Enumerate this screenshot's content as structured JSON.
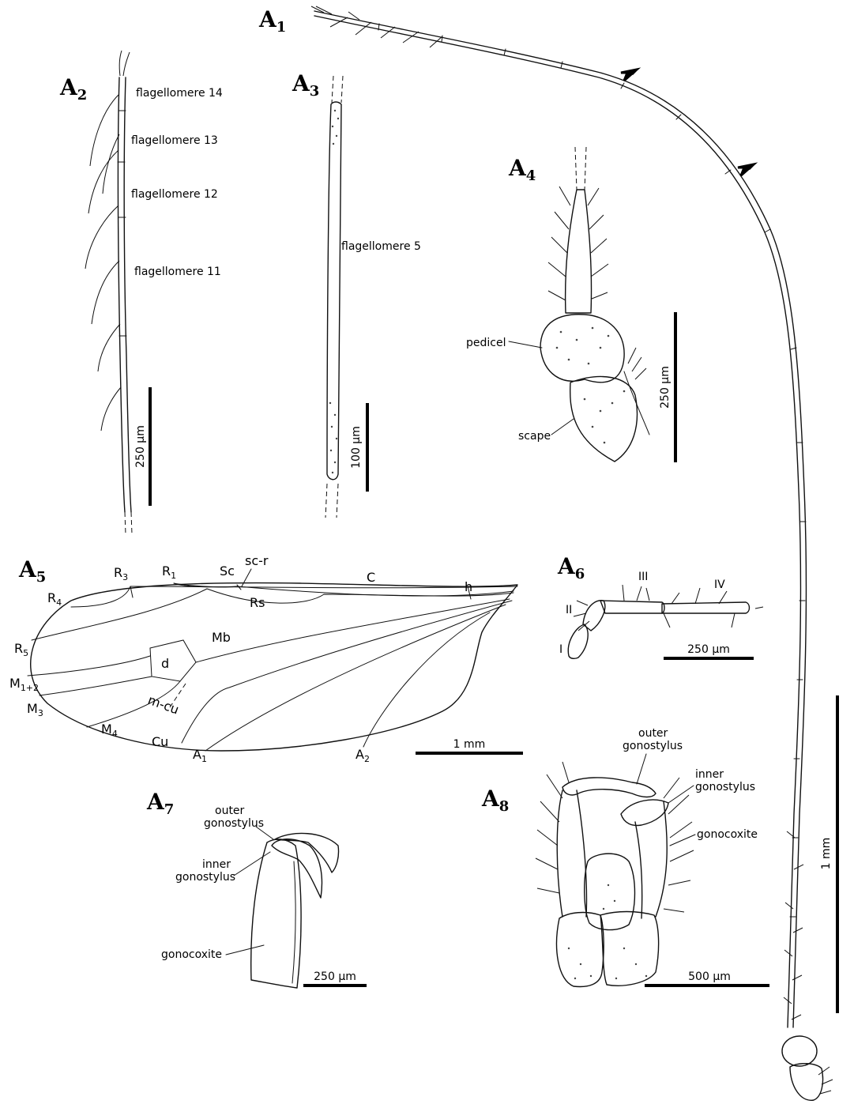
{
  "panels": {
    "A1": {
      "letter": "A",
      "sub": "1",
      "scale_label": "1 mm"
    },
    "A2": {
      "letter": "A",
      "sub": "2",
      "scale_label": "250 µm",
      "labels": [
        "flagellomere 14",
        "flagellomere 13",
        "flagellomere 12",
        "flagellomere 11"
      ]
    },
    "A3": {
      "letter": "A",
      "sub": "3",
      "scale_label": "100 µm",
      "label": "flagellomere 5"
    },
    "A4": {
      "letter": "A",
      "sub": "4",
      "scale_label": "250 µm",
      "pedicel": "pedicel",
      "scape": "scape"
    },
    "A5": {
      "letter": "A",
      "sub": "5",
      "scale_label": "1 mm",
      "veins": {
        "R3": "R",
        "R3_sub": "3",
        "R1": "R",
        "R1_sub": "1",
        "Sc": "Sc",
        "sc_r": "sc-r",
        "C": "C",
        "h": "h",
        "R4": "R",
        "R4_sub": "4",
        "Rs": "Rs",
        "Mb": "Mb",
        "R5": "R",
        "R5_sub": "5",
        "d": "d",
        "M12": "M",
        "M12_sub": "1+2",
        "M3": "M",
        "M3_sub": "3",
        "m_cu": "m-cu",
        "M4": "M",
        "M4_sub": "4",
        "Cu": "Cu",
        "A1": "A",
        "A1_sub": "1",
        "A2": "A",
        "A2_sub": "2"
      }
    },
    "A6": {
      "letter": "A",
      "sub": "6",
      "scale_label": "250 µm",
      "segments": [
        "I",
        "II",
        "III",
        "IV"
      ]
    },
    "A7": {
      "letter": "A",
      "sub": "7",
      "scale_label": "250 µm",
      "outer": [
        "outer",
        "gonostylus"
      ],
      "inner": [
        "inner",
        "gonostylus"
      ],
      "gonocoxite": "gonocoxite"
    },
    "A8": {
      "letter": "A",
      "sub": "8",
      "scale_label": "500 µm",
      "outer": [
        "outer",
        "gonostylus"
      ],
      "inner": [
        "inner",
        "gonostylus"
      ],
      "gonocoxite": "gonocoxite"
    }
  },
  "colors": {
    "ink": "#111111",
    "background": "#ffffff"
  }
}
